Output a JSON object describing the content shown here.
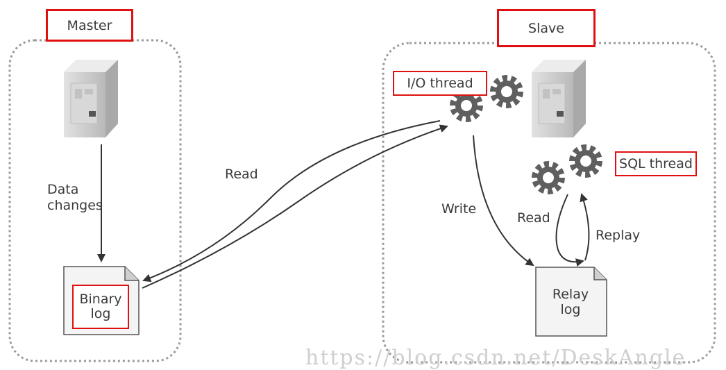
{
  "master": {
    "title": "Master",
    "data_changes_line1": "Data",
    "data_changes_line2": "changes"
  },
  "binary_log": {
    "line1": "Binary",
    "line2": "log"
  },
  "slave": {
    "title": "Slave"
  },
  "io_thread": {
    "label": "I/O thread"
  },
  "sql_thread": {
    "label": "SQL thread"
  },
  "relay_log": {
    "line1": "Relay",
    "line2": "log"
  },
  "edges": {
    "read_remote": "Read",
    "write": "Write",
    "read_local": "Read",
    "replay": "Replay"
  },
  "watermark": "https://blog.csdn.net/DeskAngle",
  "colors": {
    "accent": "#e01010",
    "gear": "#5f5f5f",
    "server": "#d4d4d4"
  }
}
